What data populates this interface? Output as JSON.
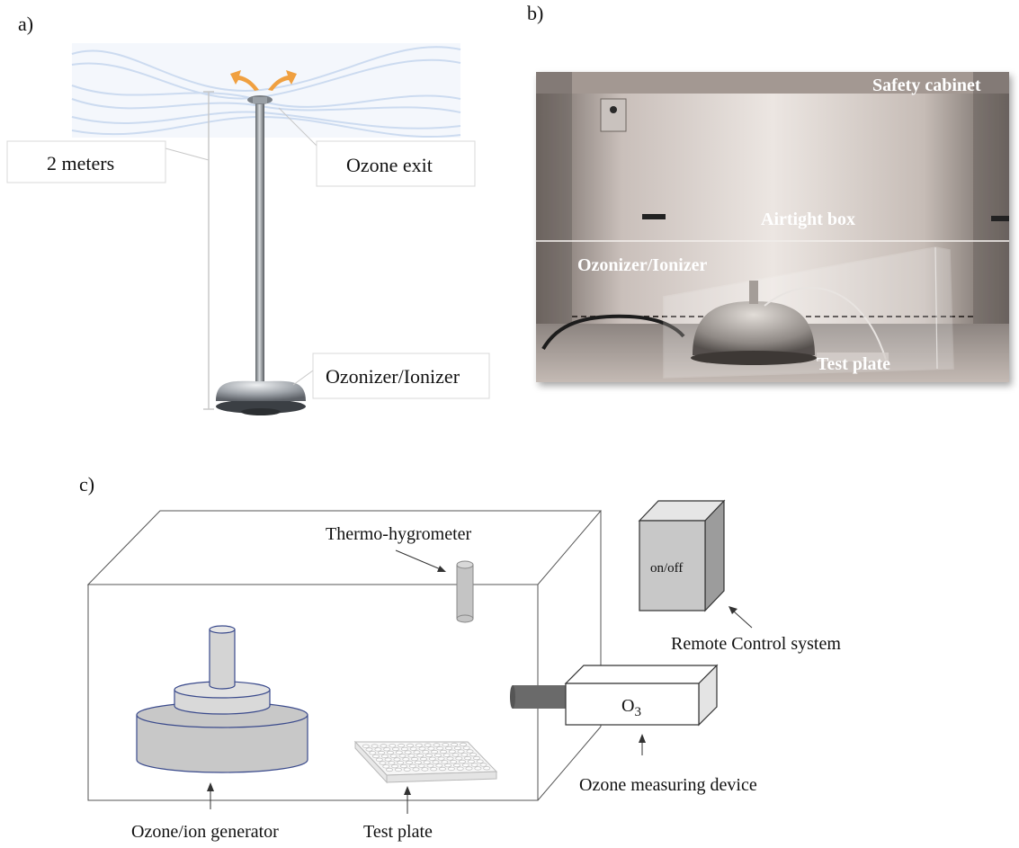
{
  "panels": {
    "a": {
      "letter": "a)",
      "height_label": "2 meters",
      "exit_label": "Ozone exit",
      "device_label": "Ozonizer/Ionizer"
    },
    "b": {
      "letter": "b)",
      "cabinet_label": "Safety cabinet",
      "box_label": "Airtight box",
      "device_label": "Ozonizer/Ionizer",
      "plate_label": "Test plate"
    },
    "c": {
      "letter": "c)",
      "thermo_label": "Thermo-hygrometer",
      "switch_label": "on/off",
      "remote_label": "Remote Control system",
      "o3_main": "O",
      "o3_sub": "3",
      "meter_label": "Ozone measuring device",
      "generator_label": "Ozone/ion generator",
      "plate_label": "Test plate"
    }
  },
  "colors": {
    "arrow_orange": "#f0a040",
    "wave_blue": "#b8cdea",
    "steel": "#8b9096",
    "cabinet_bg": "#b8aca6",
    "generator_fill": "#c8c8c8",
    "generator_stroke": "#3a4a8c"
  }
}
